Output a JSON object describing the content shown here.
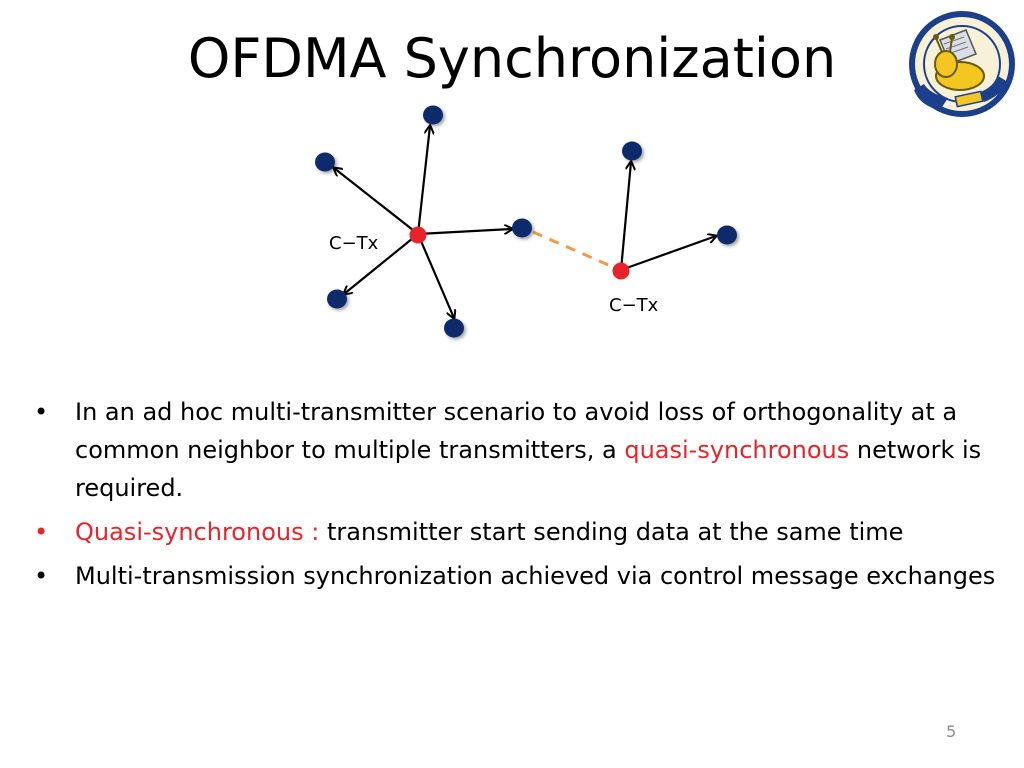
{
  "slide": {
    "title": "OFDMA Synchronization",
    "page_number": "5"
  },
  "diagram": {
    "transmitter_label_1": "C−Tx",
    "transmitter_label_2": "C−Tx",
    "colors": {
      "node": "#0f2a6b",
      "transmitter": "#e8242a",
      "sync_link": "#f19a4a",
      "arrow": "#000000"
    }
  },
  "bullets": [
    {
      "part1": "In an ad hoc multi-transmitter scenario to avoid loss of orthogonality at a common neighbor to multiple transmitters, a ",
      "highlight": "quasi-synchronous",
      "part2": " network is required."
    },
    {
      "highlight": "Quasi-synchronous : ",
      "rest": "transmitter start sending data at the same time"
    },
    {
      "text": "Multi-transmission synchronization achieved via control message exchanges"
    }
  ],
  "bullet_symbol": "•",
  "logo": {
    "icon": "university-seal-icon",
    "colors": {
      "blue": "#1c3f8c",
      "gold": "#f3c622"
    }
  }
}
